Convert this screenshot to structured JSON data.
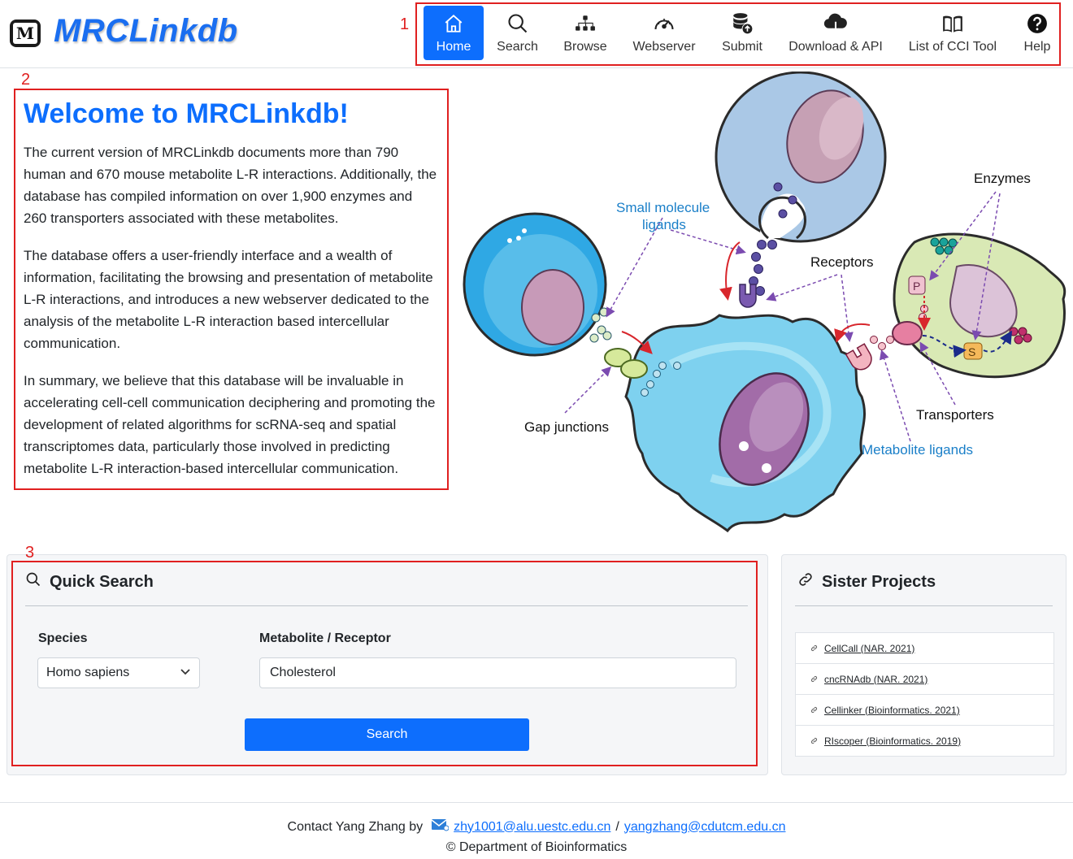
{
  "brand": {
    "logo_letter": "M",
    "name": "MRCLinkdb"
  },
  "nav": {
    "items": [
      {
        "label": "Home",
        "icon": "home-icon",
        "active": true
      },
      {
        "label": "Search",
        "icon": "search-icon"
      },
      {
        "label": "Browse",
        "icon": "sitemap-icon"
      },
      {
        "label": "Webserver",
        "icon": "speedometer-icon"
      },
      {
        "label": "Submit",
        "icon": "database-upload-icon"
      },
      {
        "label": "Download & API",
        "icon": "cloud-download-icon"
      },
      {
        "label": "List of CCI Tool",
        "icon": "book-icon"
      },
      {
        "label": "Help",
        "icon": "question-icon"
      }
    ]
  },
  "annotations": {
    "box1": "1",
    "box2": "2",
    "box3": "3"
  },
  "intro": {
    "title": "Welcome to MRCLinkdb!",
    "paragraphs": [
      "The current version of MRCLinkdb documents more than 790 human and 670 mouse metabolite L-R interactions. Additionally, the database has compiled information on over 1,900 enzymes and 260 transporters associated with these metabolites.",
      "The database offers a user-friendly interface and a wealth of information, facilitating the browsing and presentation of metabolite L-R interactions, and introduces a new webserver dedicated to the analysis of the metabolite L-R interaction based intercellular communication.",
      "In summary, we believe that this database will be invaluable in accelerating cell-cell communication deciphering and promoting the development of related algorithms for scRNA-seq and spatial transcriptomes data, particularly those involved in predicting metabolite L-R interaction-based intercellular communication."
    ]
  },
  "figure": {
    "labels": {
      "small_molecule_1": "Small molecule",
      "small_molecule_2": "ligands",
      "enzymes": "Enzymes",
      "receptors": "Receptors",
      "gap_junctions": "Gap junctions",
      "transporters": "Transporters",
      "metabolite_ligands": "Metabolite ligands",
      "p_letter": "P",
      "s_letter": "S"
    },
    "colors": {
      "blue_label": "#1a7fc8",
      "cell_blue": "#4fb8e8",
      "cell_green": "#d9e9b5",
      "nucleus": "#c79ab8",
      "arrow_purple": "#7b4bb0",
      "arrow_red": "#d8262c"
    }
  },
  "quick_search": {
    "title": "Quick Search",
    "species_label": "Species",
    "species_value": "Homo sapiens",
    "metabolite_label": "Metabolite / Receptor",
    "metabolite_value": "Cholesterol",
    "button": "Search"
  },
  "sister": {
    "title": "Sister Projects",
    "items": [
      "CellCall (NAR. 2021)",
      "cncRNAdb (NAR. 2021)",
      "Cellinker (Bioinformatics. 2021)",
      "RIscoper (Bioinformatics. 2019)"
    ]
  },
  "footer": {
    "contact_prefix": "Contact Yang Zhang by",
    "email1": "zhy1001@alu.uestc.edu.cn",
    "separator": "/",
    "email2": "yangzhang@cdutcm.edu.cn",
    "copyright": "© Department of Bioinformatics"
  }
}
